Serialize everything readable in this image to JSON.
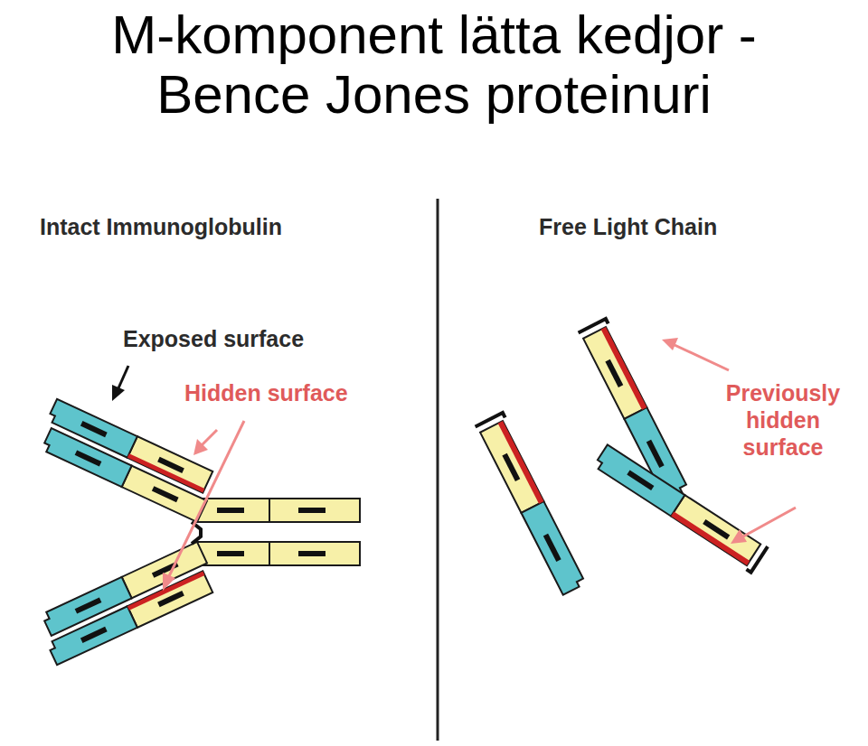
{
  "diagram": {
    "title": "M-komponent lätta kedjor -Bence Jones proteinuri",
    "labels": [
      "Intact Immunoglobulin",
      "Exposed surface",
      "Hidden surface",
      "Free Light Chain",
      "Previously hidden surface"
    ]
  }
}
